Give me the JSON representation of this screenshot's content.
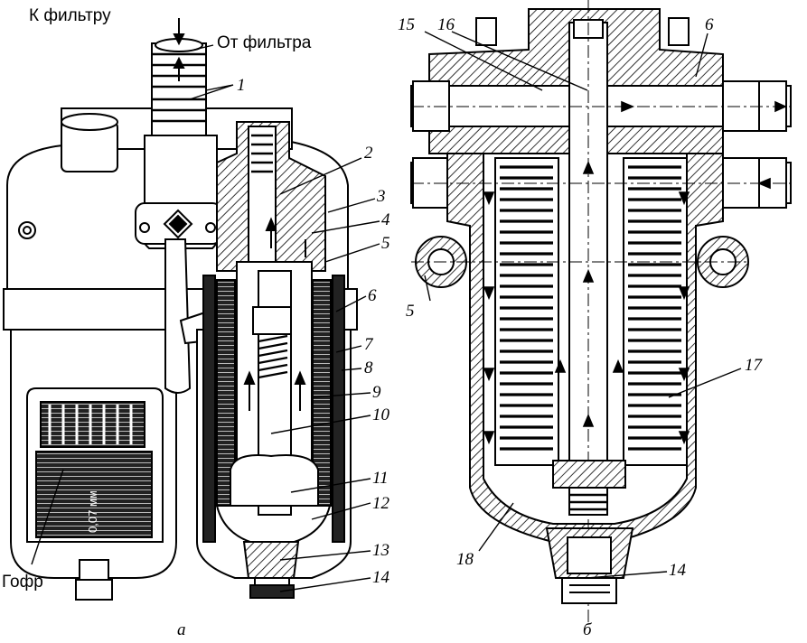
{
  "figure_a": {
    "caption": "а",
    "to_filter": "К фильтру",
    "from_filter": "От фильтра",
    "gofr": "Гофр",
    "mesh_size": "0,07 мм",
    "callouts": [
      "1",
      "2",
      "3",
      "4",
      "5",
      "6",
      "7",
      "8",
      "9",
      "10",
      "11",
      "12",
      "13",
      "14"
    ]
  },
  "figure_b": {
    "caption": "б",
    "callouts": [
      "15",
      "16",
      "6",
      "5",
      "17",
      "18",
      "14"
    ]
  }
}
